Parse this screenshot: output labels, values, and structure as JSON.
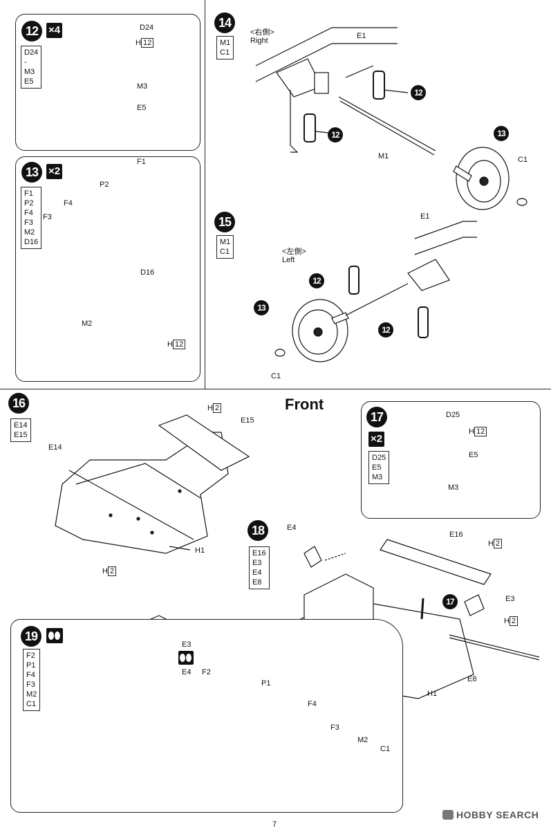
{
  "page_number": "7",
  "watermark": "HOBBY SEARCH",
  "front_label": "Front",
  "step12": {
    "num": "12",
    "mult": "×4",
    "parts": [
      "D24",
      "-",
      "M3",
      "E5"
    ],
    "labels": {
      "d24": "D24",
      "h": "H",
      "h_num": "12",
      "m3": "M3",
      "e5": "E5"
    }
  },
  "step13": {
    "num": "13",
    "mult": "×2",
    "parts": [
      "F1",
      "P2",
      "F4",
      "F3",
      "M2",
      "D16"
    ],
    "labels": {
      "f1": "F1",
      "p2": "P2",
      "f4": "F4",
      "f3": "F3",
      "d16": "D16",
      "m2": "M2",
      "h": "H",
      "h_num": "12"
    }
  },
  "step14": {
    "num": "14",
    "parts": [
      "M1",
      "C1"
    ],
    "side_jp": "<右側>",
    "side_en": "Right",
    "labels": {
      "e1": "E1",
      "m1": "M1",
      "c1": "C1",
      "ref12a": "12",
      "ref12b": "12",
      "ref13": "13"
    }
  },
  "step15": {
    "num": "15",
    "parts": [
      "M1",
      "C1"
    ],
    "side_jp": "<左側>",
    "side_en": "Left",
    "labels": {
      "e1": "E1",
      "c1": "C1",
      "ref12a": "12",
      "ref12b": "12",
      "ref13": "13"
    }
  },
  "step16": {
    "num": "16",
    "parts": [
      "E14",
      "E15"
    ],
    "labels": {
      "e14": "E14",
      "e15": "E15",
      "h1": "H1",
      "h_top": "H",
      "h_top_num": "2",
      "h_bot": "H",
      "h_bot_num": "2"
    }
  },
  "step17": {
    "num": "17",
    "mult": "×2",
    "parts": [
      "D25",
      "E5",
      "M3"
    ],
    "labels": {
      "d25": "D25",
      "h": "H",
      "h_num": "12",
      "e5": "E5",
      "m3": "M3"
    }
  },
  "step18": {
    "num": "18",
    "parts": [
      "E16",
      "E3",
      "E4",
      "E8"
    ],
    "labels": {
      "e4": "E4",
      "e16": "E16",
      "h_a": "H",
      "h_a_num": "2",
      "e3": "E3",
      "h_b": "H",
      "h_b_num": "2",
      "e8": "E8",
      "h1": "H1",
      "ref17": "17"
    }
  },
  "step19": {
    "num": "19",
    "parts": [
      "F2",
      "P1",
      "F4",
      "F3",
      "M2",
      "C1"
    ],
    "labels": {
      "e3": "E3",
      "e4": "E4",
      "f2": "F2",
      "p1": "P1",
      "f4": "F4",
      "f3": "F3",
      "m2": "M2",
      "c1": "C1"
    }
  }
}
